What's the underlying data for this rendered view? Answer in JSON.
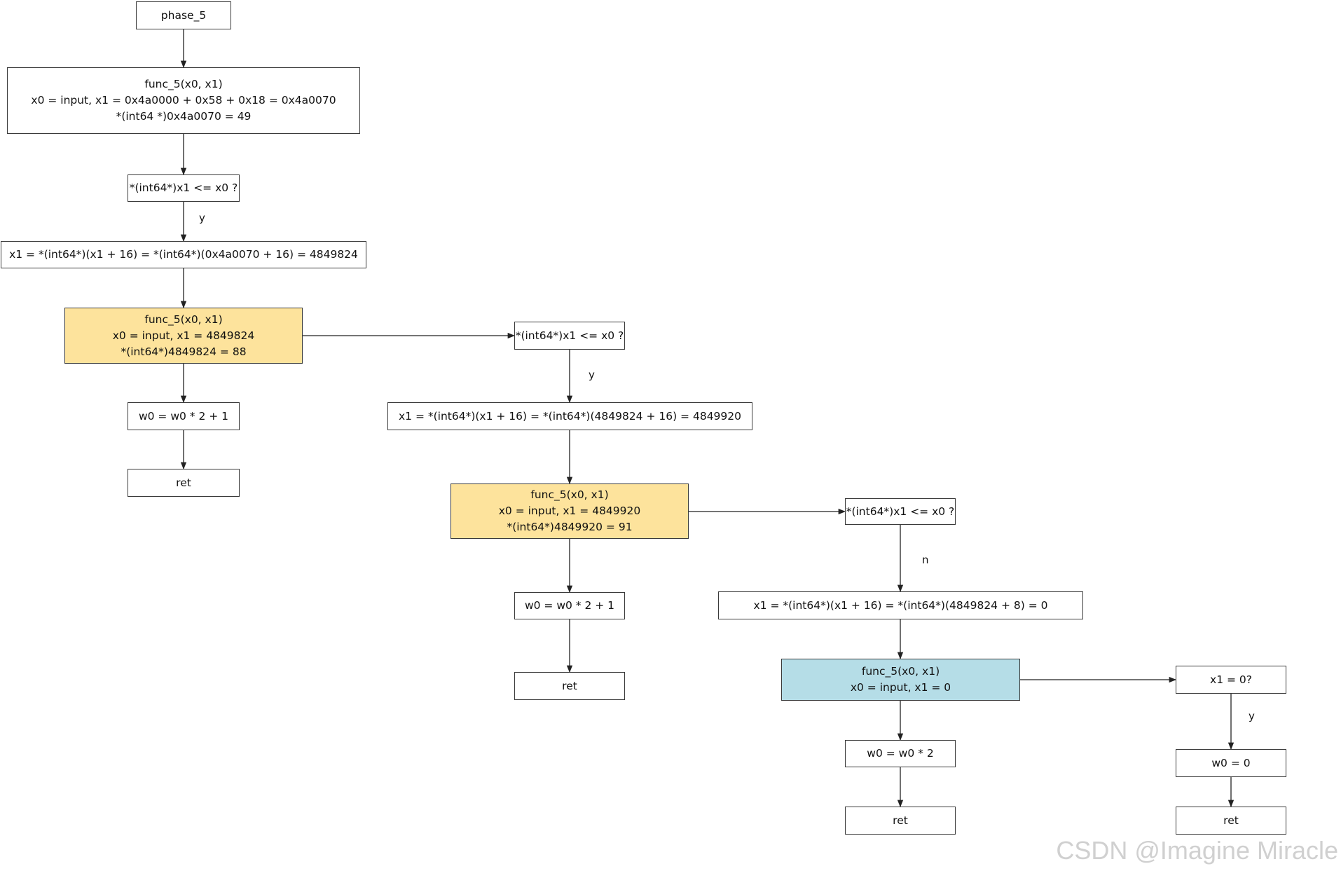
{
  "nodes": {
    "phase5": {
      "lines": [
        "phase_5"
      ]
    },
    "func_root": {
      "lines": [
        "func_5(x0, x1)",
        "x0 = input, x1 = 0x4a0000 + 0x58 + 0x18 = 0x4a0070",
        "*(int64 *)0x4a0070 = 49"
      ]
    },
    "cmp_1": {
      "lines": [
        "*(int64*)x1 <= x0 ?"
      ]
    },
    "assign_1": {
      "lines": [
        "x1 = *(int64*)(x1 + 16) = *(int64*)(0x4a0070 + 16) = 4849824"
      ]
    },
    "func_2": {
      "lines": [
        "func_5(x0, x1)",
        "x0 = input, x1 = 4849824",
        "*(int64*)4849824 = 88"
      ]
    },
    "w0_2": {
      "lines": [
        "w0 = w0 * 2 + 1"
      ]
    },
    "ret_2": {
      "lines": [
        "ret"
      ]
    },
    "cmp_2": {
      "lines": [
        "*(int64*)x1 <= x0 ?"
      ]
    },
    "assign_2": {
      "lines": [
        "x1 = *(int64*)(x1 + 16) = *(int64*)(4849824 + 16) = 4849920"
      ]
    },
    "func_3": {
      "lines": [
        "func_5(x0, x1)",
        "x0 = input, x1 = 4849920",
        "*(int64*)4849920 = 91"
      ]
    },
    "w0_3": {
      "lines": [
        "w0 = w0 * 2 + 1"
      ]
    },
    "ret_3": {
      "lines": [
        "ret"
      ]
    },
    "cmp_3": {
      "lines": [
        "*(int64*)x1 <= x0 ?"
      ]
    },
    "assign_3": {
      "lines": [
        "x1 = *(int64*)(x1 + 16) = *(int64*)(4849824 + 8) = 0"
      ]
    },
    "func_4": {
      "lines": [
        "func_5(x0, x1)",
        "x0 = input, x1 = 0"
      ]
    },
    "w0_4": {
      "lines": [
        "w0 = w0 * 2"
      ]
    },
    "ret_4": {
      "lines": [
        "ret"
      ]
    },
    "cmp_4": {
      "lines": [
        "x1 = 0?"
      ]
    },
    "w0_5": {
      "lines": [
        "w0 = 0"
      ]
    },
    "ret_5": {
      "lines": [
        "ret"
      ]
    }
  },
  "edge_labels": {
    "cmp1_y": "y",
    "cmp2_y": "y",
    "cmp3_n": "n",
    "cmp4_y": "y"
  },
  "colors": {
    "highlight_yellow": "#fde39c",
    "highlight_blue": "#b5dde7",
    "stroke": "#3a3a3a"
  },
  "watermark": "CSDN @Imagine Miracle"
}
